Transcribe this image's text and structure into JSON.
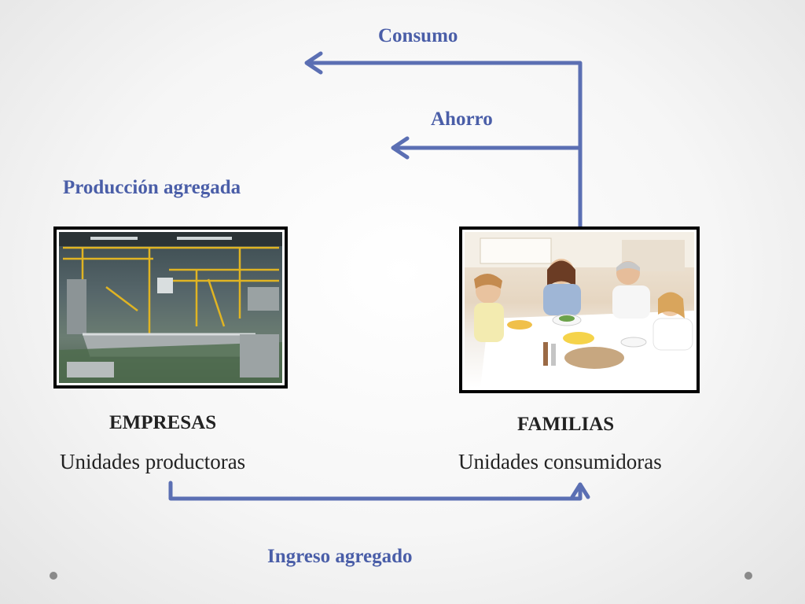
{
  "labels": {
    "consumo": "Consumo",
    "ahorro": "Ahorro",
    "produccion": "Producción agregada",
    "ingreso": "Ingreso agregado"
  },
  "empresas": {
    "title": "EMPRESAS",
    "subtitle": "Unidades productoras"
  },
  "familias": {
    "title": "FAMILIAS",
    "subtitle": "Unidades consumidoras"
  },
  "colors": {
    "accent_text": "#4a5ea8",
    "arrow": "#5b6fb3"
  }
}
